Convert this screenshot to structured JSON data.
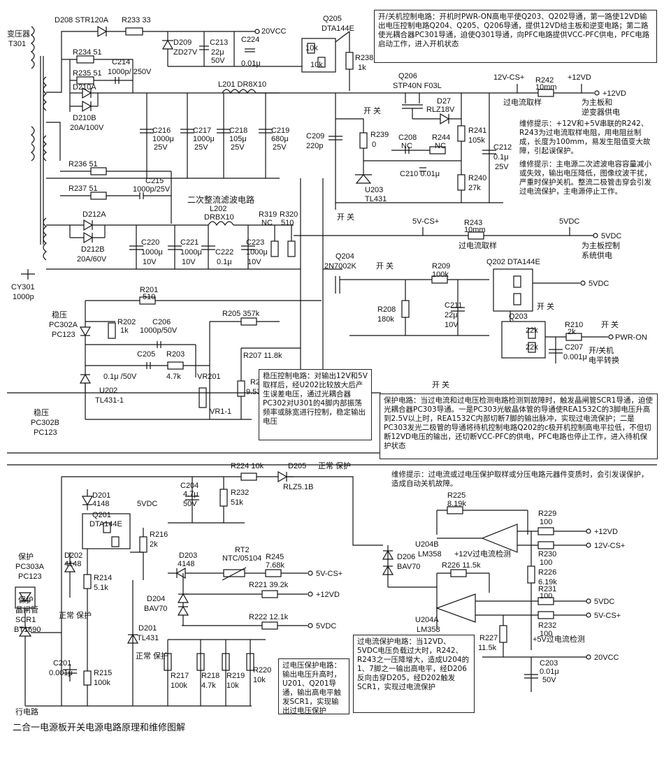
{
  "caption": "二合一电源板开关电源电路原理和维修图解",
  "labels": {
    "transformer": "变压器",
    "t301": "T301",
    "d208": "D208 STR120A",
    "r233": "R233 33",
    "vcc20": "20VCC",
    "d209": "D209",
    "zd27": "ZD27V",
    "c213": "C213",
    "c213v": "22μ",
    "c213u": "50V",
    "c224": "C224",
    "c224v": "0.01μ",
    "q205": "Q205",
    "q205t": "DTA144E",
    "r10k_a": "10k",
    "r10k_b": "10k",
    "r238": "R238",
    "r238v": "1k",
    "r234": "R234 51",
    "r235": "R235 51",
    "c214": "C214",
    "c214v": "1000p/ 250V",
    "d210a": "D210A",
    "d210b": "D210B",
    "d210r": "20A/100V",
    "l201": "L201   DR8X10",
    "q206": "Q206",
    "q206t": "STP40N F03L",
    "v12cs": "12V-CS+",
    "r242": "R242",
    "r242v": "10mm",
    "v12vd": "+12VD",
    "v12vd2": "+12VD",
    "to_board": "为主板和",
    "to_inv": "逆变器供电",
    "oc_sample": "过电流取样",
    "kaiguan": "开 关",
    "d27": "D27",
    "d27t": "RLZ18V",
    "c216": "C216",
    "c216v": "1000μ",
    "c216u": "25V",
    "c217": "C217",
    "c217v": "1000μ",
    "c217u": "25V",
    "c218": "C218",
    "c218v": "105μ",
    "c218u": "25V",
    "c219": "C219",
    "c219v": "680μ",
    "c219u": "25V",
    "c209": "C209",
    "c209v": "220p",
    "r239": "R239",
    "r239v": "0",
    "c208": "C208",
    "c208v": "NC",
    "r244": "R244",
    "r244v": "NC",
    "r241": "R241",
    "r241v": "105k",
    "c212": "C212",
    "c212v": "0.1μ",
    "c212u": "25V",
    "c210": "C210 0.01μ",
    "u203": "U203",
    "u203t": "TL431",
    "r240": "R240",
    "r240v": "27k",
    "r236": "R236  51",
    "r237": "R237  51",
    "c215": "C215",
    "c215v": "1000p/25V",
    "filter2": "二次整流滤波电路",
    "d212a": "D212A",
    "d212b": "D212B",
    "d212r": "20A/60V",
    "l202": "L202",
    "l202t": "DRBX10",
    "r319": "R319",
    "r319v": "NC",
    "r320": "R320",
    "r320v": "510",
    "c220": "C220",
    "c220v": "1000μ",
    "c220u": "10V",
    "c221": "C221",
    "c221v": "1000μ",
    "c221u": "10V",
    "c222": "C222",
    "c222v": "0.1μ",
    "c223": "C223",
    "c223v": "1000μ",
    "c223u": "10V",
    "v5cs": "5V-CS+",
    "r243": "R243",
    "r243v": "10mm",
    "v5vdc": "5VDC",
    "v5vdc2": "5VDC",
    "oc_sample2": "过电流取样",
    "ctrl_pwr1": "为主板控制",
    "ctrl_pwr2": "系统供电",
    "cy301": "CY301",
    "cy301v": "1000p",
    "q204": "Q204",
    "q204t": "2N7002K",
    "r209": "R209",
    "r209v": "100k",
    "q202": "Q202  DTA144E",
    "v5vdc3": "5VDC",
    "r208": "R208",
    "r208v": "180k",
    "c211": "C211",
    "c211v": "22μ",
    "c211u": "10V",
    "q203": "Q203",
    "r22k_a": "22k",
    "r22k_b": "22k",
    "r210": "R210",
    "r210v": "2k",
    "pwron": "PWR-ON",
    "c207": "C207",
    "c207v": "0.001μ",
    "pwr_switch1": "开/关机",
    "pwr_switch2": "电平转换",
    "r201": "R201",
    "r201v": "510",
    "wenya": "稳压",
    "pc302a": "PC302A",
    "pc123": "PC123",
    "r202": "R202",
    "r202v": "1k",
    "c206": "C206",
    "c206v": "1000p/50V",
    "r205": "R205  357k",
    "r203": "R203",
    "r203v": "4.7k",
    "c205": "C205",
    "c205v": "0.1μ /50V",
    "r207": "R207 11.8k",
    "vr201": "VR201",
    "r206": "R206",
    "r206v": "9.53k",
    "vr1": "VR1-1",
    "u202": "U202",
    "u202t": "TL431-1",
    "wenya2": "稳压",
    "pc302b": "PC302B",
    "pc123b": "PC123",
    "c204": "C204",
    "c204v": "4.7μ",
    "c204u": "50V",
    "r224": "R224  10k",
    "d205": "D205",
    "d205t": "RLZ5.1B",
    "zc_bh": "正常 保护",
    "r232": "R232",
    "r232v": "51k",
    "r225": "R225",
    "r225v": "8.19k",
    "r229": "R229",
    "r229v": "100",
    "r230": "R230",
    "r230v": "100",
    "u204b": "U204B",
    "lm358": "LM358",
    "oc12": "+12V过电流检测",
    "r226a": "R226  11.5k",
    "r226b": "R226",
    "r226bv": "6.19k",
    "d206": "D206",
    "d206t": "BAV70",
    "r231": "R231",
    "r231v": "100",
    "r232b": "R232",
    "r232bv": "100",
    "u204a": "U204A",
    "lm358b": "LM358",
    "r227": "R227",
    "r227v": "11.5k",
    "oc5": "+5V过电流检测",
    "c203": "C203",
    "c203v": "0.01μ",
    "c203u": "50V",
    "vcc20b": "20VCC",
    "d201": "D201",
    "d201v": "4148",
    "v5vdc4": "5VDC",
    "q201": "Q201",
    "q201t": "DTA144E",
    "r216": "R216",
    "r216v": "2k",
    "d203": "D203",
    "d203v": "4148",
    "rt2": "RT2",
    "rt2t": "NTC/05104",
    "r245": "R245",
    "r245v": "7.68k",
    "vcs5": "5V-CS+",
    "r221": "R221  39.2k",
    "v12vd3": "+12VD",
    "r222": "R222  12.1k",
    "v5vdc5": "5VDC",
    "baohu": "保护",
    "pc303a": "PC303A",
    "pc123c": "PC123",
    "d202": "D202",
    "d202v": "4148",
    "scr_t": "保护",
    "scr_t2": "晶闸管",
    "scr1": "SCR1",
    "bt169": "BT1690",
    "r214": "R214",
    "r214v": "5.1k",
    "zcbh2": "正常 保护",
    "d204": "D204",
    "d204t": "BAV70",
    "d201b": "D201",
    "d201bt": "TL431",
    "zcbh3": "正常 保护",
    "c201": "C201",
    "c201v": "0.001μ",
    "r215": "R215",
    "r215v": "100k",
    "r217": "R217",
    "r217v": "100k",
    "r218": "R218",
    "r218v": "4.7k",
    "r219": "R219",
    "r219v": "10k",
    "r220": "R220",
    "r220v": "10k",
    "hang": "行电路"
  },
  "notes": {
    "onoff": "开/关机控制电路：开机时PWR-ON高电平使Q203、Q202导通，第一路使12VD输出电压控制电路Q204、Q205、Q206导通，提供12VD给主板和逆变电路；第二路使光耦合器PC301导通，迫使Q301导通，向PFC电路提供VCC-PFC供电，PFC电路启动工作，进入开机状态",
    "repair1": "维修提示：+12V和+5V串联的R242、R243为过电流取样电阻，用电阻丝制成，长度为100mm，易发生阻值变大故障，引起误保护。",
    "repair2": "维修提示：主电源二次滤波电容容量减小或失效，输出电压降低，图像纹波干扰，严重时保护关机。整流二极管击穿会引发过电流保护，主电源停止工作。",
    "stab": "稳压控制电路：对输出12V和5V取样后，经U202比较放大后产生误差电压，通过光耦合器PC302对U301的4脚内部振荡频率或脉宽进行控制，稳定输出电压",
    "protect": "保护电路：当过电流和过电压检测电路检测到故障时，触发晶闸管SCR1导通，迫使光耦合器PC303导通。一是PC303光敏晶体管的导通使REA1532C的3脚电压升高到2.5V以上时，REA1532C内部切断7脚的输出脉冲，实现过电流保护；二是PC303发光二极管的导通将待机控制电路Q202的c极开机控制高电平拉低，不但切断12VD电压的输出，还切断VCC-PFC的供电，PFC电路也停止工作，进入待机保护状态",
    "repair3": "维修提示：过电流或过电压保护取样或分压电路元器件变质时，会引发误保护，造成自动关机故障。",
    "ovp": "过电压保护电路：输出电压升高时，U201、Q201导通，输出高电平触发SCR1，实现输出过电压保护",
    "ocp": "过电流保护电路：当12VD、5VDC电压负载过大时，R242、R243之一压降增大，造成U204的1、7脚之一输出高电平，经D206反向击穿D205，经D202触发SCR1，实现过电流保护"
  }
}
